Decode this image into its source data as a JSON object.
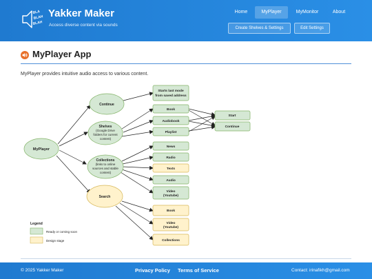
{
  "header": {
    "logo_text": [
      "BLA",
      "BLAH",
      "BLAH"
    ],
    "title": "Yakker Maker",
    "subtitle": "Access diverse content via sounds",
    "nav": {
      "home": "Home",
      "myplayer": "MyPlayer",
      "mymonitor": "MyMonitor",
      "about": "About"
    },
    "sub_nav": {
      "create": "Create Shelves & Settings",
      "edit": "Edit Settings"
    }
  },
  "main": {
    "title": "MyPlayer App",
    "intro": "MyPlayer provides intuitive audio access to various content."
  },
  "diagram": {
    "myplayer": "MyPlayer",
    "continue": "Continue",
    "starts_last_mode": [
      "Starts last mode",
      "from saved address"
    ],
    "shelves": [
      "Shelves",
      "(Google Drive",
      "folders for current",
      "content)"
    ],
    "book": "Book",
    "audiobook": "Audiobook",
    "playlist": "Playlist",
    "start": "Start",
    "continue_right": "Continue",
    "collections": [
      "Collections",
      "(links to online",
      "sources and stable",
      "content)"
    ],
    "news": "News",
    "radio": "Radio",
    "texts": "Texts",
    "audio": "Audio",
    "video_collections": [
      "Video",
      "(Youtube)"
    ],
    "search": "Search",
    "search_book": "Book",
    "search_video": [
      "Video",
      "(Youtube)"
    ],
    "search_collections": "Collections",
    "legend": {
      "title": "Legend",
      "ready": "Ready or coming soon",
      "design": "Design stage"
    }
  },
  "colors": {
    "header_blue": "#2a8fe6",
    "ready_fill": "#d5e8d4",
    "ready_stroke": "#82b366",
    "design_fill": "#fff2cc",
    "design_stroke": "#d6b656",
    "title_icon": "#e8702a"
  },
  "footer": {
    "copyright": "© 2025 Yakker Maker",
    "privacy": "Privacy Policy",
    "terms": "Terms of Service",
    "contact": "Contact: irinafikh@gmail.com"
  }
}
